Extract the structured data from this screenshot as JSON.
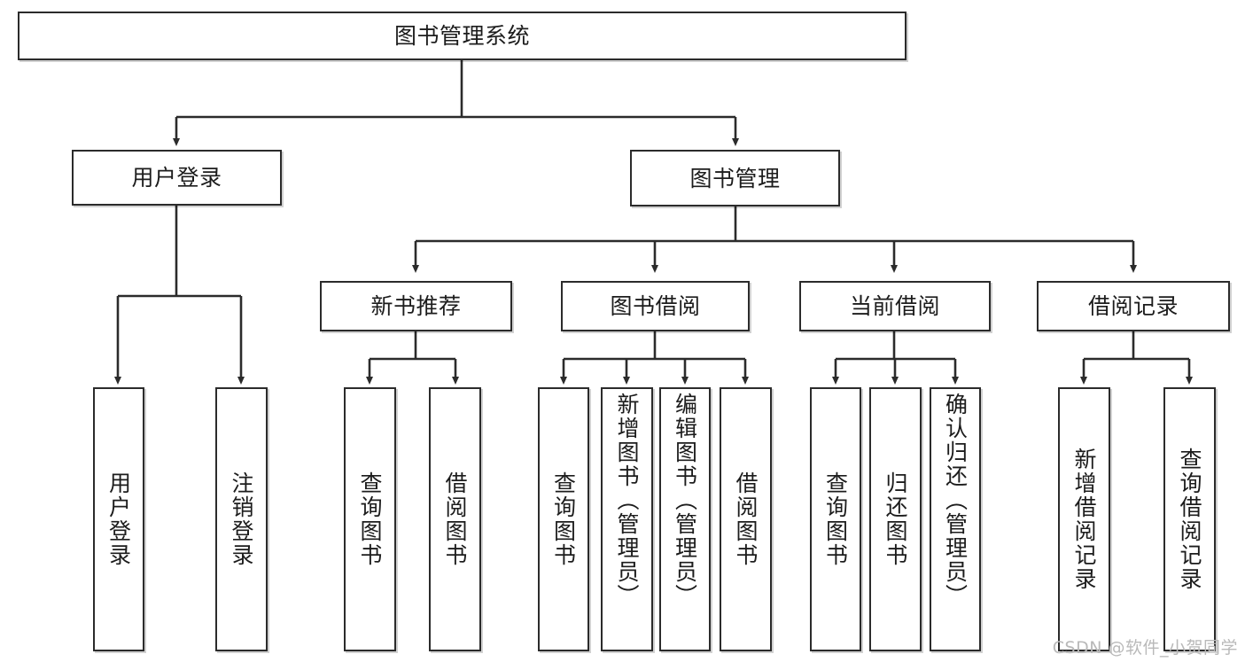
{
  "diagram": {
    "title": "图书管理系统",
    "type": "tree",
    "root": {
      "label": "图书管理系统"
    },
    "level2": [
      {
        "label": "用户登录"
      },
      {
        "label": "图书管理"
      }
    ],
    "level3": [
      {
        "label": "新书推荐"
      },
      {
        "label": "图书借阅"
      },
      {
        "label": "当前借阅"
      },
      {
        "label": "借阅记录"
      }
    ],
    "leaves": {
      "user_login": [
        {
          "label": "用户登录"
        },
        {
          "label": "注销登录"
        }
      ],
      "new_book": [
        {
          "label": "查询图书"
        },
        {
          "label": "借阅图书"
        }
      ],
      "book_borrow": [
        {
          "label": "查询图书"
        },
        {
          "label": "新增图书（管理员）"
        },
        {
          "label": "编辑图书（管理员）"
        },
        {
          "label": "借阅图书"
        }
      ],
      "current_borrow": [
        {
          "label": "查询图书"
        },
        {
          "label": "归还图书"
        },
        {
          "label": "确认归还（管理员）"
        }
      ],
      "borrow_record": [
        {
          "label": "新增借阅记录"
        },
        {
          "label": "查询借阅记录"
        }
      ]
    }
  },
  "watermark": {
    "text": "CSDN @软件_小贺同学"
  },
  "colors": {
    "stroke": "#2b2b2b",
    "fill": "#ffffff",
    "text": "#1c1c1c",
    "watermark": "#b9b9b9"
  }
}
